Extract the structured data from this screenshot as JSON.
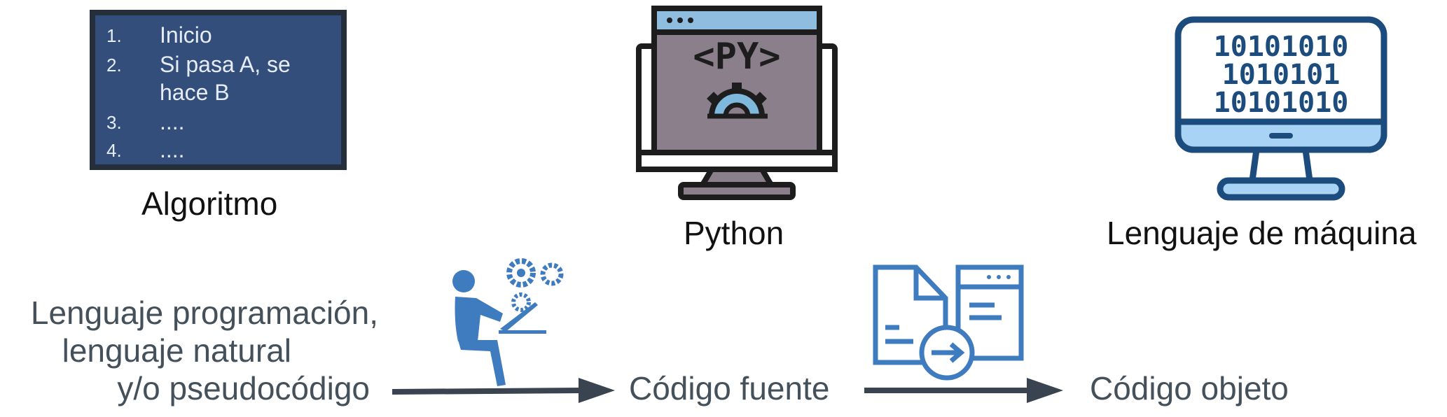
{
  "algorithm": {
    "steps": [
      {
        "num": "1.",
        "text": "Inicio"
      },
      {
        "num": "2.",
        "text": "Si pasa A, se"
      },
      {
        "num": "",
        "text": "hace B"
      },
      {
        "num": "3.",
        "text": "...."
      },
      {
        "num": "4.",
        "text": "...."
      }
    ],
    "caption": "Algoritmo"
  },
  "python": {
    "screen_label": "<PY>",
    "caption": "Python"
  },
  "machine": {
    "binary_rows": [
      "10101010",
      "1010101",
      "10101010"
    ],
    "caption": "Lenguaje de máquina"
  },
  "flow": {
    "source_lines": [
      "Lenguaje programación,",
      "lenguaje natural",
      "y/o pseudocódigo"
    ],
    "middle": "Código fuente",
    "end": "Código objeto"
  },
  "colors": {
    "algo_bg": "#344e7b",
    "python_screen": "#8b7f8c",
    "python_top": "#8fbddf",
    "machine_blue": "#1c4b7e",
    "machine_light": "#a9d3f5",
    "icon_blue": "#3f7bbf",
    "arrow": "#3a4350"
  }
}
